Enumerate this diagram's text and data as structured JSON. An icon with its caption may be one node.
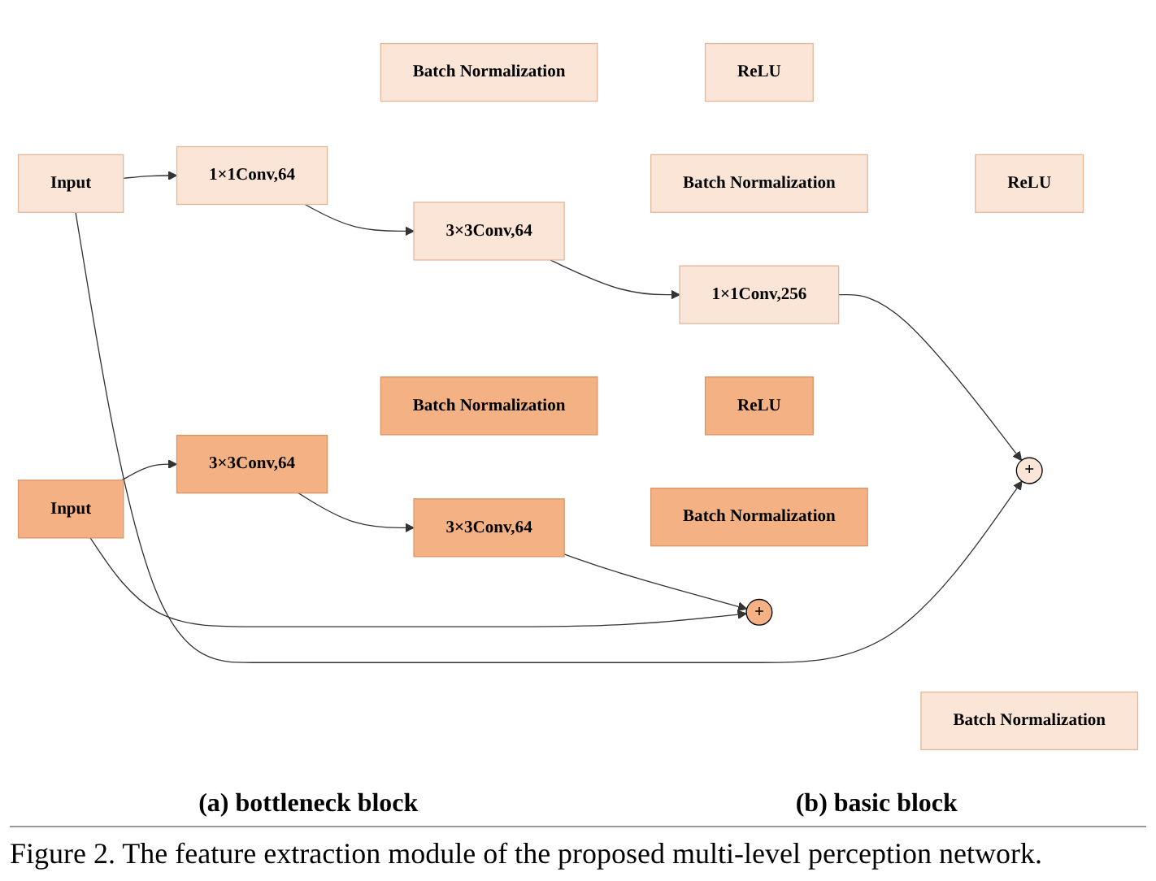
{
  "diagram": {
    "caption": "Figure 2. The feature extraction module of the proposed multi-level perception network.",
    "nodes": [
      {
        "text": [
          "Input"
        ]
      },
      {
        "text": [
          "1×1Conv,64"
        ]
      },
      {
        "text": [
          "Batch Normalization"
        ]
      },
      {
        "text": [
          "ReLU"
        ]
      },
      {
        "text": [
          "3×3Conv,64"
        ]
      },
      {
        "text": [
          "Batch Normalization"
        ]
      },
      {
        "text": [
          "ReLU"
        ]
      },
      {
        "text": [
          "1×1Conv,256"
        ]
      },
      {
        "text": [
          "Batch Normalization"
        ]
      },
      {
        "text": [
          "+"
        ]
      },
      {
        "text": [
          "Input"
        ]
      },
      {
        "text": [
          "3×3Conv,64"
        ]
      },
      {
        "text": [
          "Batch Normalization"
        ]
      },
      {
        "text": [
          "ReLU"
        ]
      },
      {
        "text": [
          "3×3Conv,64"
        ]
      },
      {
        "text": [
          "Batch Normalization"
        ]
      },
      {
        "text": [
          "+"
        ]
      }
    ],
    "edges": [
      {
        "from": 0,
        "to": 1,
        "arrow": "to"
      },
      {
        "from": 1,
        "to": 4,
        "arrow": "to"
      },
      {
        "from": 4,
        "to": 7,
        "arrow": "to"
      },
      {
        "from": 7,
        "to": 9,
        "arrow": "to"
      },
      {
        "from": 0,
        "to": 9,
        "arrow": "to"
      },
      {
        "from": 10,
        "to": 11,
        "arrow": "to"
      },
      {
        "from": 11,
        "to": 14,
        "arrow": "to"
      },
      {
        "from": 14,
        "to": 16,
        "arrow": "to"
      },
      {
        "from": 10,
        "to": 16,
        "arrow": "to"
      }
    ],
    "labels": [
      "(a) bottleneck block",
      "(b) basic block"
    ]
  }
}
